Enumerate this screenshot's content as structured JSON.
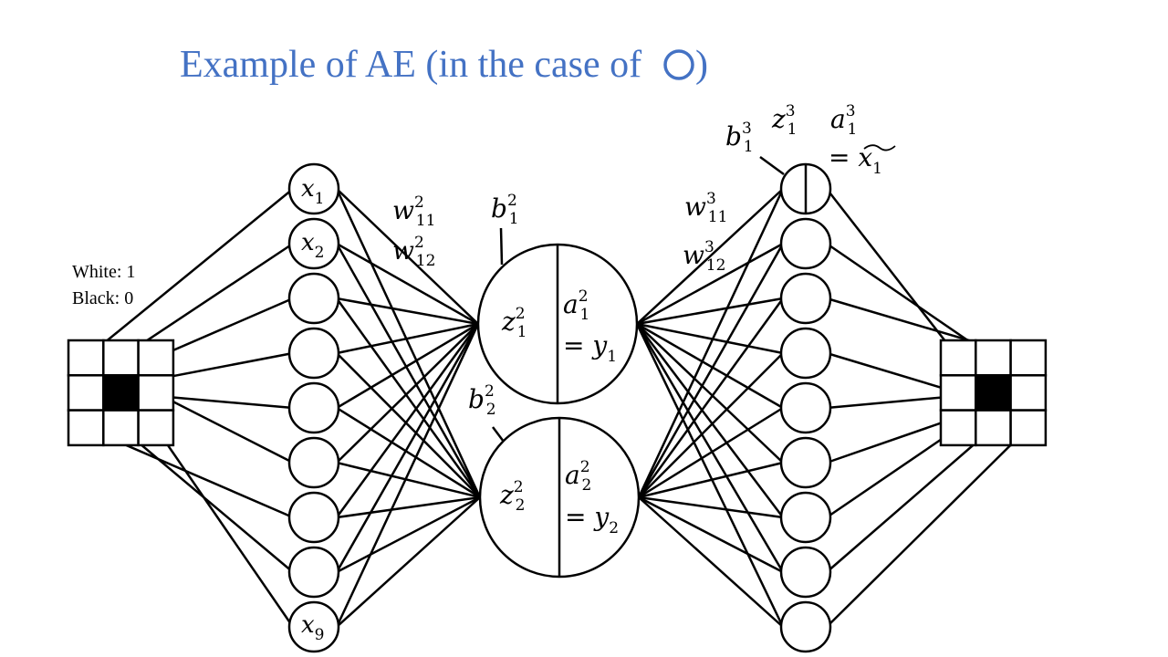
{
  "slide": {
    "title_text": "Example of AE (in the case of ",
    "title_close": ")",
    "title_symbol": "circle-symbol",
    "title_color": "#4472C4"
  },
  "legend": {
    "white": "White: 1",
    "black": "Black: 0"
  },
  "input_grid": {
    "cells": [
      1,
      1,
      1,
      1,
      0,
      1,
      1,
      1,
      1
    ]
  },
  "output_grid": {
    "cells": [
      1,
      1,
      1,
      1,
      0,
      1,
      1,
      1,
      1
    ]
  },
  "input_layer": {
    "node_labels": [
      {
        "base": "x",
        "sub": "1"
      },
      {
        "base": "x",
        "sub": "2"
      },
      null,
      null,
      null,
      null,
      null,
      null,
      {
        "base": "x",
        "sub": "9"
      }
    ]
  },
  "hidden_layer": {
    "nodes": [
      {
        "z": {
          "base": "z",
          "sub": "1",
          "sup": "2"
        },
        "a": {
          "base": "a",
          "sub": "1",
          "sup": "2"
        },
        "eq": "= ",
        "y": {
          "base": "y",
          "sub": "1"
        },
        "b": {
          "base": "b",
          "sub": "1",
          "sup": "2"
        }
      },
      {
        "z": {
          "base": "z",
          "sub": "2",
          "sup": "2"
        },
        "a": {
          "base": "a",
          "sub": "2",
          "sup": "2"
        },
        "eq": "= ",
        "y": {
          "base": "y",
          "sub": "2"
        },
        "b": {
          "base": "b",
          "sub": "2",
          "sup": "2"
        }
      }
    ]
  },
  "weights_in": [
    {
      "base": "w",
      "sub": "11",
      "sup": "2"
    },
    {
      "base": "w",
      "sub": "12",
      "sup": "2"
    }
  ],
  "weights_out": [
    {
      "base": "w",
      "sub": "11",
      "sup": "3"
    },
    {
      "base": "w",
      "sub": "12",
      "sup": "3"
    }
  ],
  "output_layer": {
    "b": {
      "base": "b",
      "sub": "1",
      "sup": "3"
    },
    "z": {
      "base": "z",
      "sub": "1",
      "sup": "3"
    },
    "a": {
      "base": "a",
      "sub": "1",
      "sup": "3"
    },
    "eq": "= ",
    "xt": {
      "base": "x",
      "sub": "1"
    }
  }
}
